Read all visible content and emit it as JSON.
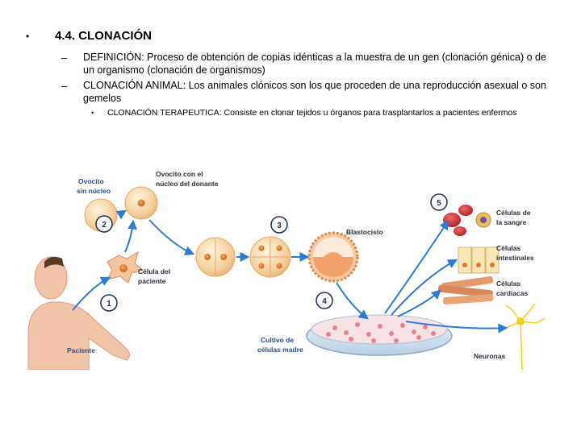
{
  "slide": {
    "heading": "4.4. CLONACIÓN",
    "bullet_main": "•",
    "dash": "–",
    "bullet_small": "•",
    "definition": "DEFINICIÓN: Proceso de obtención de copias idénticas a la muestra de un gen (clonación génica) o de un organismo (clonación de organismos)",
    "animal": "CLONACIÓN ANIMAL: Los animales clónicos son los que proceden de una reproducción asexual o son gemelos",
    "therapeutic": "CLONACIÓN TERAPEUTICA: Consiste en clonar tejidos u órganos para trasplantarlos a pacientes enfermos"
  },
  "figure": {
    "labels": {
      "oocyte_line1": "Ovocito",
      "oocyte_line2": "sin núcleo",
      "oocyte_donor_line1": "Ovocito con el",
      "oocyte_donor_line2": "núcleo del donante",
      "patient_cell_line1": "Célula del",
      "patient_cell_line2": "paciente",
      "patient": "Paciente",
      "blastocyst": "Blastocisto",
      "culture_line1": "Cultivo de",
      "culture_line2": "células madre",
      "blood_line1": "Células de",
      "blood_line2": "la sangre",
      "intestinal_line1": "Células",
      "intestinal_line2": "intestinales",
      "cardiac_line1": "Células",
      "cardiac_line2": "cardiacas",
      "neurons": "Neuronas"
    },
    "steps": [
      "1",
      "2",
      "3",
      "4",
      "5"
    ],
    "colors": {
      "arrow": "#2b7bd6",
      "cell_outer": "#f6d6a6",
      "nucleus": "#e07a2a",
      "skin": "#f1c4a8",
      "blood": "#d8373a",
      "muscle": "#e49a6a",
      "neuron": "#f0d21a"
    }
  }
}
